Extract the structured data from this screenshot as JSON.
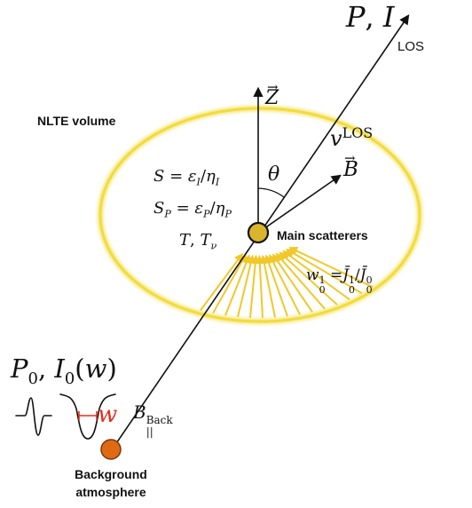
{
  "labels": {
    "los_p": "P",
    "los_i": "I",
    "los_sub": "LOS",
    "volume": "NLTE volume",
    "z_axis": "Z",
    "v_los": "v",
    "v_los_sup": "LOS",
    "theta": "θ",
    "b_field": "B",
    "eq1_lhs": "S",
    "eq1_rhs_e": "ε",
    "eq1_rhs_eta": "η",
    "eq1_sub": "I",
    "eq2_lhs": "S",
    "eq2_sub": "P",
    "eq3_t": "T",
    "eq3_tnu": "T",
    "eq3_nu": "ν",
    "scatterers": "Main scatterers",
    "w_lhs": "w",
    "w_sup": "1",
    "w_sub": "0",
    "w_rhs": "J̄",
    "w_rhs_sup1": "1",
    "w_rhs_sub": "0",
    "w_rhs_sup0": "0",
    "p0": "P",
    "p0_sub": "0",
    "i0": "I",
    "i0_sub": "0",
    "i0_arg": "(w)",
    "w_width": "w",
    "b_back": "B",
    "b_back_sup": "Back",
    "b_back_sub": "||",
    "background_line1": "Background",
    "background_line2": "atmosphere"
  },
  "colors": {
    "ellipse": "#f2dc3c",
    "scatterer_fill": "#d9b52b",
    "background_source": "#e06a14",
    "rays": "#f0c829",
    "width_marker": "#e0301e"
  }
}
